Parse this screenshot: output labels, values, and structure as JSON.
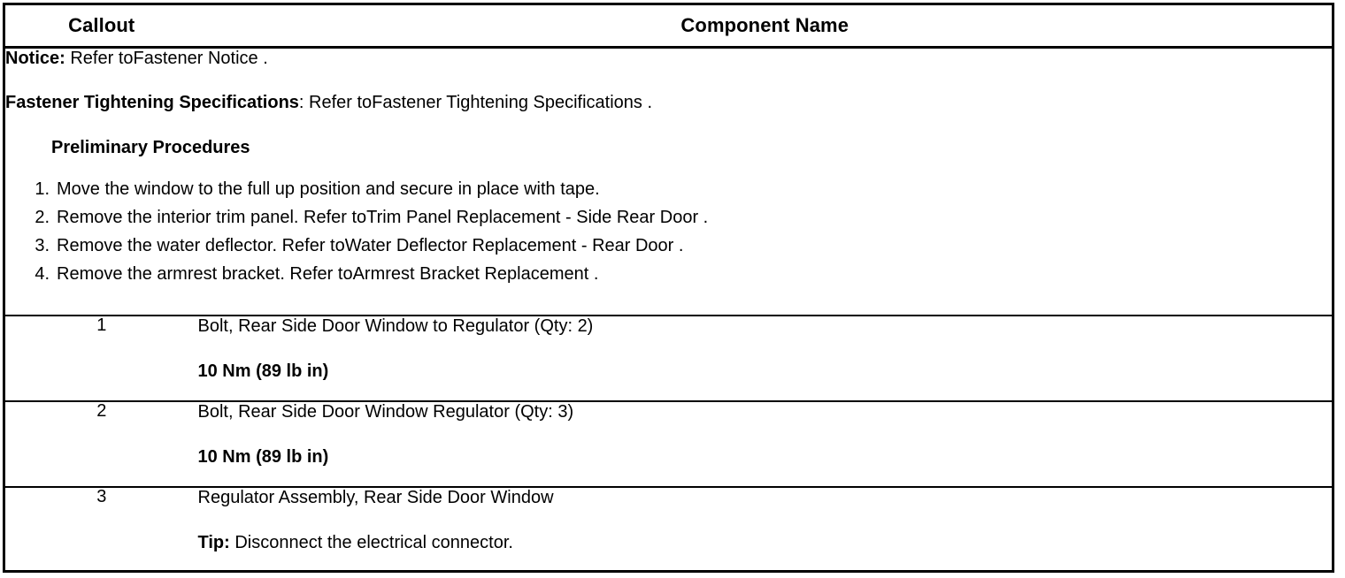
{
  "table": {
    "headers": {
      "callout": "Callout",
      "component_name": "Component Name"
    },
    "notes": {
      "notice_label": "Notice:",
      "notice_text": " Refer toFastener Notice .",
      "fastener_label": "Fastener Tightening Specifications",
      "fastener_text": ": Refer toFastener Tightening Specifications .",
      "preliminary_heading": "Preliminary Procedures",
      "preliminary_steps": [
        "Move the window to the full up position and secure in place with tape.",
        "Remove the interior trim panel. Refer toTrim Panel Replacement - Side Rear Door .",
        "Remove the water deflector. Refer toWater Deflector Replacement - Rear Door .",
        "Remove the armrest bracket. Refer toArmrest Bracket Replacement ."
      ]
    },
    "rows": [
      {
        "callout": "1",
        "description": "Bolt, Rear Side Door Window to Regulator (Qty: 2)",
        "sub_label": "",
        "sub_text": "10 Nm (89 lb in)",
        "sub_bold": true
      },
      {
        "callout": "2",
        "description": "Bolt, Rear Side Door Window Regulator (Qty: 3)",
        "sub_label": "",
        "sub_text": "10 Nm (89 lb in)",
        "sub_bold": true
      },
      {
        "callout": "3",
        "description": "Regulator Assembly, Rear Side Door Window",
        "sub_label": "Tip:",
        "sub_text": " Disconnect the electrical connector.",
        "sub_bold": false
      }
    ]
  },
  "colors": {
    "border": "#000000",
    "text": "#000000",
    "background": "#ffffff"
  }
}
